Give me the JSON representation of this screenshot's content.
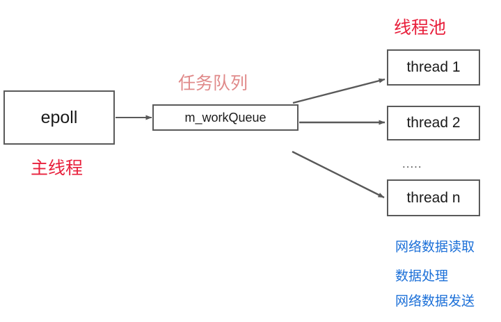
{
  "diagram": {
    "title_hidden": "",
    "background_color": "#ffffff",
    "node_border_color": "#595959",
    "edge_color": "#595959",
    "accent_red": "#e8203c",
    "accent_pink": "#e08a8a",
    "accent_blue": "#1c70d8"
  },
  "nodes": {
    "epoll": {
      "label": "epoll"
    },
    "work_queue": {
      "label": "m_workQueue"
    },
    "threads": [
      {
        "label": "thread 1"
      },
      {
        "label": "thread 2"
      },
      {
        "label": "thread n"
      }
    ],
    "ellipsis": {
      "label": "....."
    }
  },
  "captions": {
    "thread_pool": "线程池",
    "task_queue": "任务队列",
    "main_thread": "主线程"
  },
  "worker_tasks": [
    "网络数据读取",
    "数据处理",
    "网络数据发送"
  ]
}
